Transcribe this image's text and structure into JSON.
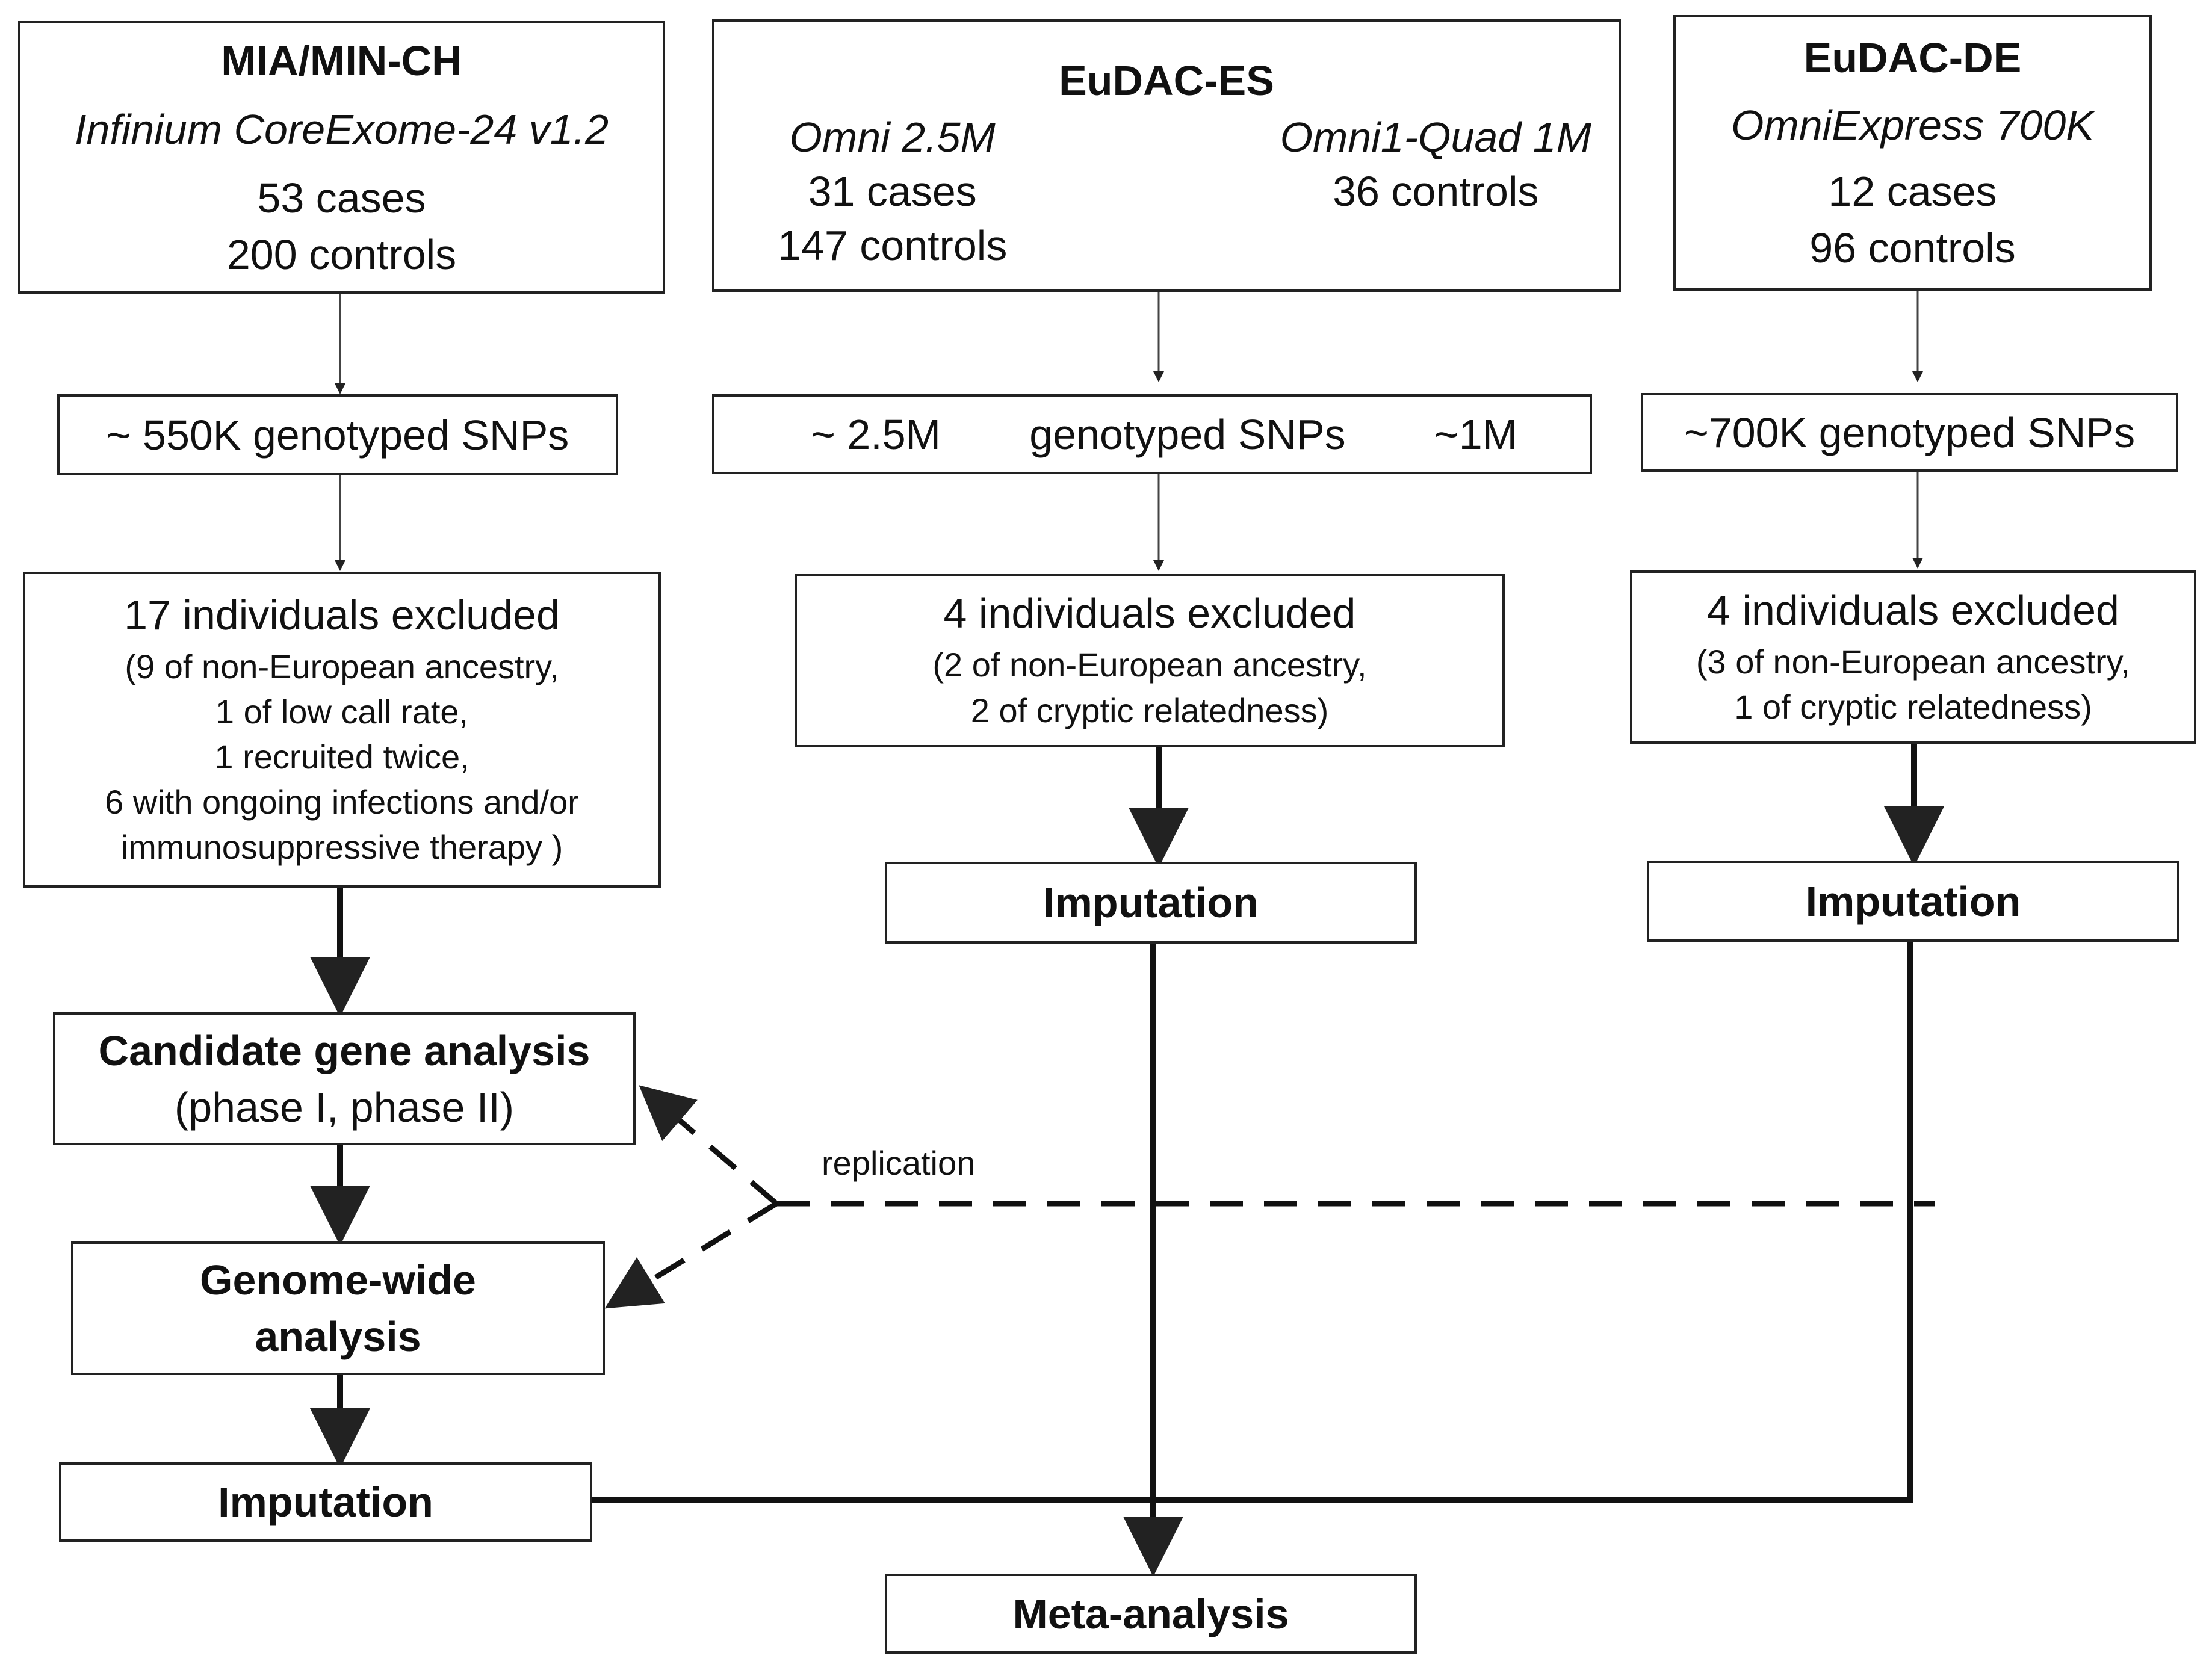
{
  "columns": {
    "mia": {
      "title": "MIA/MIN-CH",
      "platform": "Infinium CoreExome-24 v1.2",
      "cases": "53 cases",
      "controls": "200 controls",
      "snps": "~ 550K genotyped SNPs",
      "excluded_title": "17 individuals  excluded",
      "excluded_details": [
        "(9 of non-European ancestry,",
        "1 of low call rate,",
        "1 recruited twice,",
        "6 with ongoing infections and/or",
        "immunosuppressive therapy )"
      ],
      "candidate_title": "Candidate gene analysis",
      "candidate_sub": "(phase I, phase II)",
      "genome_line1": "Genome-wide",
      "genome_line2": "analysis",
      "imputation": "Imputation"
    },
    "es": {
      "title": "EuDAC-ES",
      "platform_a": "Omni 2.5M",
      "platform_b": "Omni1-Quad 1M",
      "cases": "31 cases",
      "controls_a": "147 controls",
      "controls_b": "36  controls",
      "snps_a": "~ 2.5M",
      "snps_mid": "genotyped SNPs",
      "snps_b": "~1M",
      "excluded_title": "4 individuals  excluded",
      "excluded_details": [
        "(2 of non-European ancestry,",
        "2 of cryptic relatedness)"
      ],
      "imputation": "Imputation"
    },
    "de": {
      "title": "EuDAC-DE",
      "platform": "OmniExpress 700K",
      "cases": "12 cases",
      "controls": "96 controls",
      "snps": "~700K genotyped SNPs",
      "excluded_title": "4 individuals  excluded",
      "excluded_details": [
        "(3 of non-European ancestry,",
        "1 of cryptic relatedness)"
      ],
      "imputation": "Imputation"
    }
  },
  "replication_label": "replication",
  "meta_analysis": "Meta-analysis"
}
